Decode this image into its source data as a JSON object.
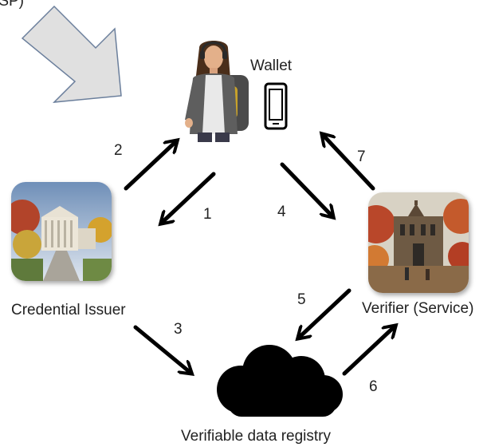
{
  "top_left_label": "(SP)",
  "wallet_label": "Wallet",
  "issuer_label": "Credential Issuer",
  "verifier_label": "Verifier (Service)",
  "registry_label": "Verifiable data registry",
  "steps": [
    "1",
    "2",
    "3",
    "4",
    "5",
    "6",
    "7"
  ]
}
